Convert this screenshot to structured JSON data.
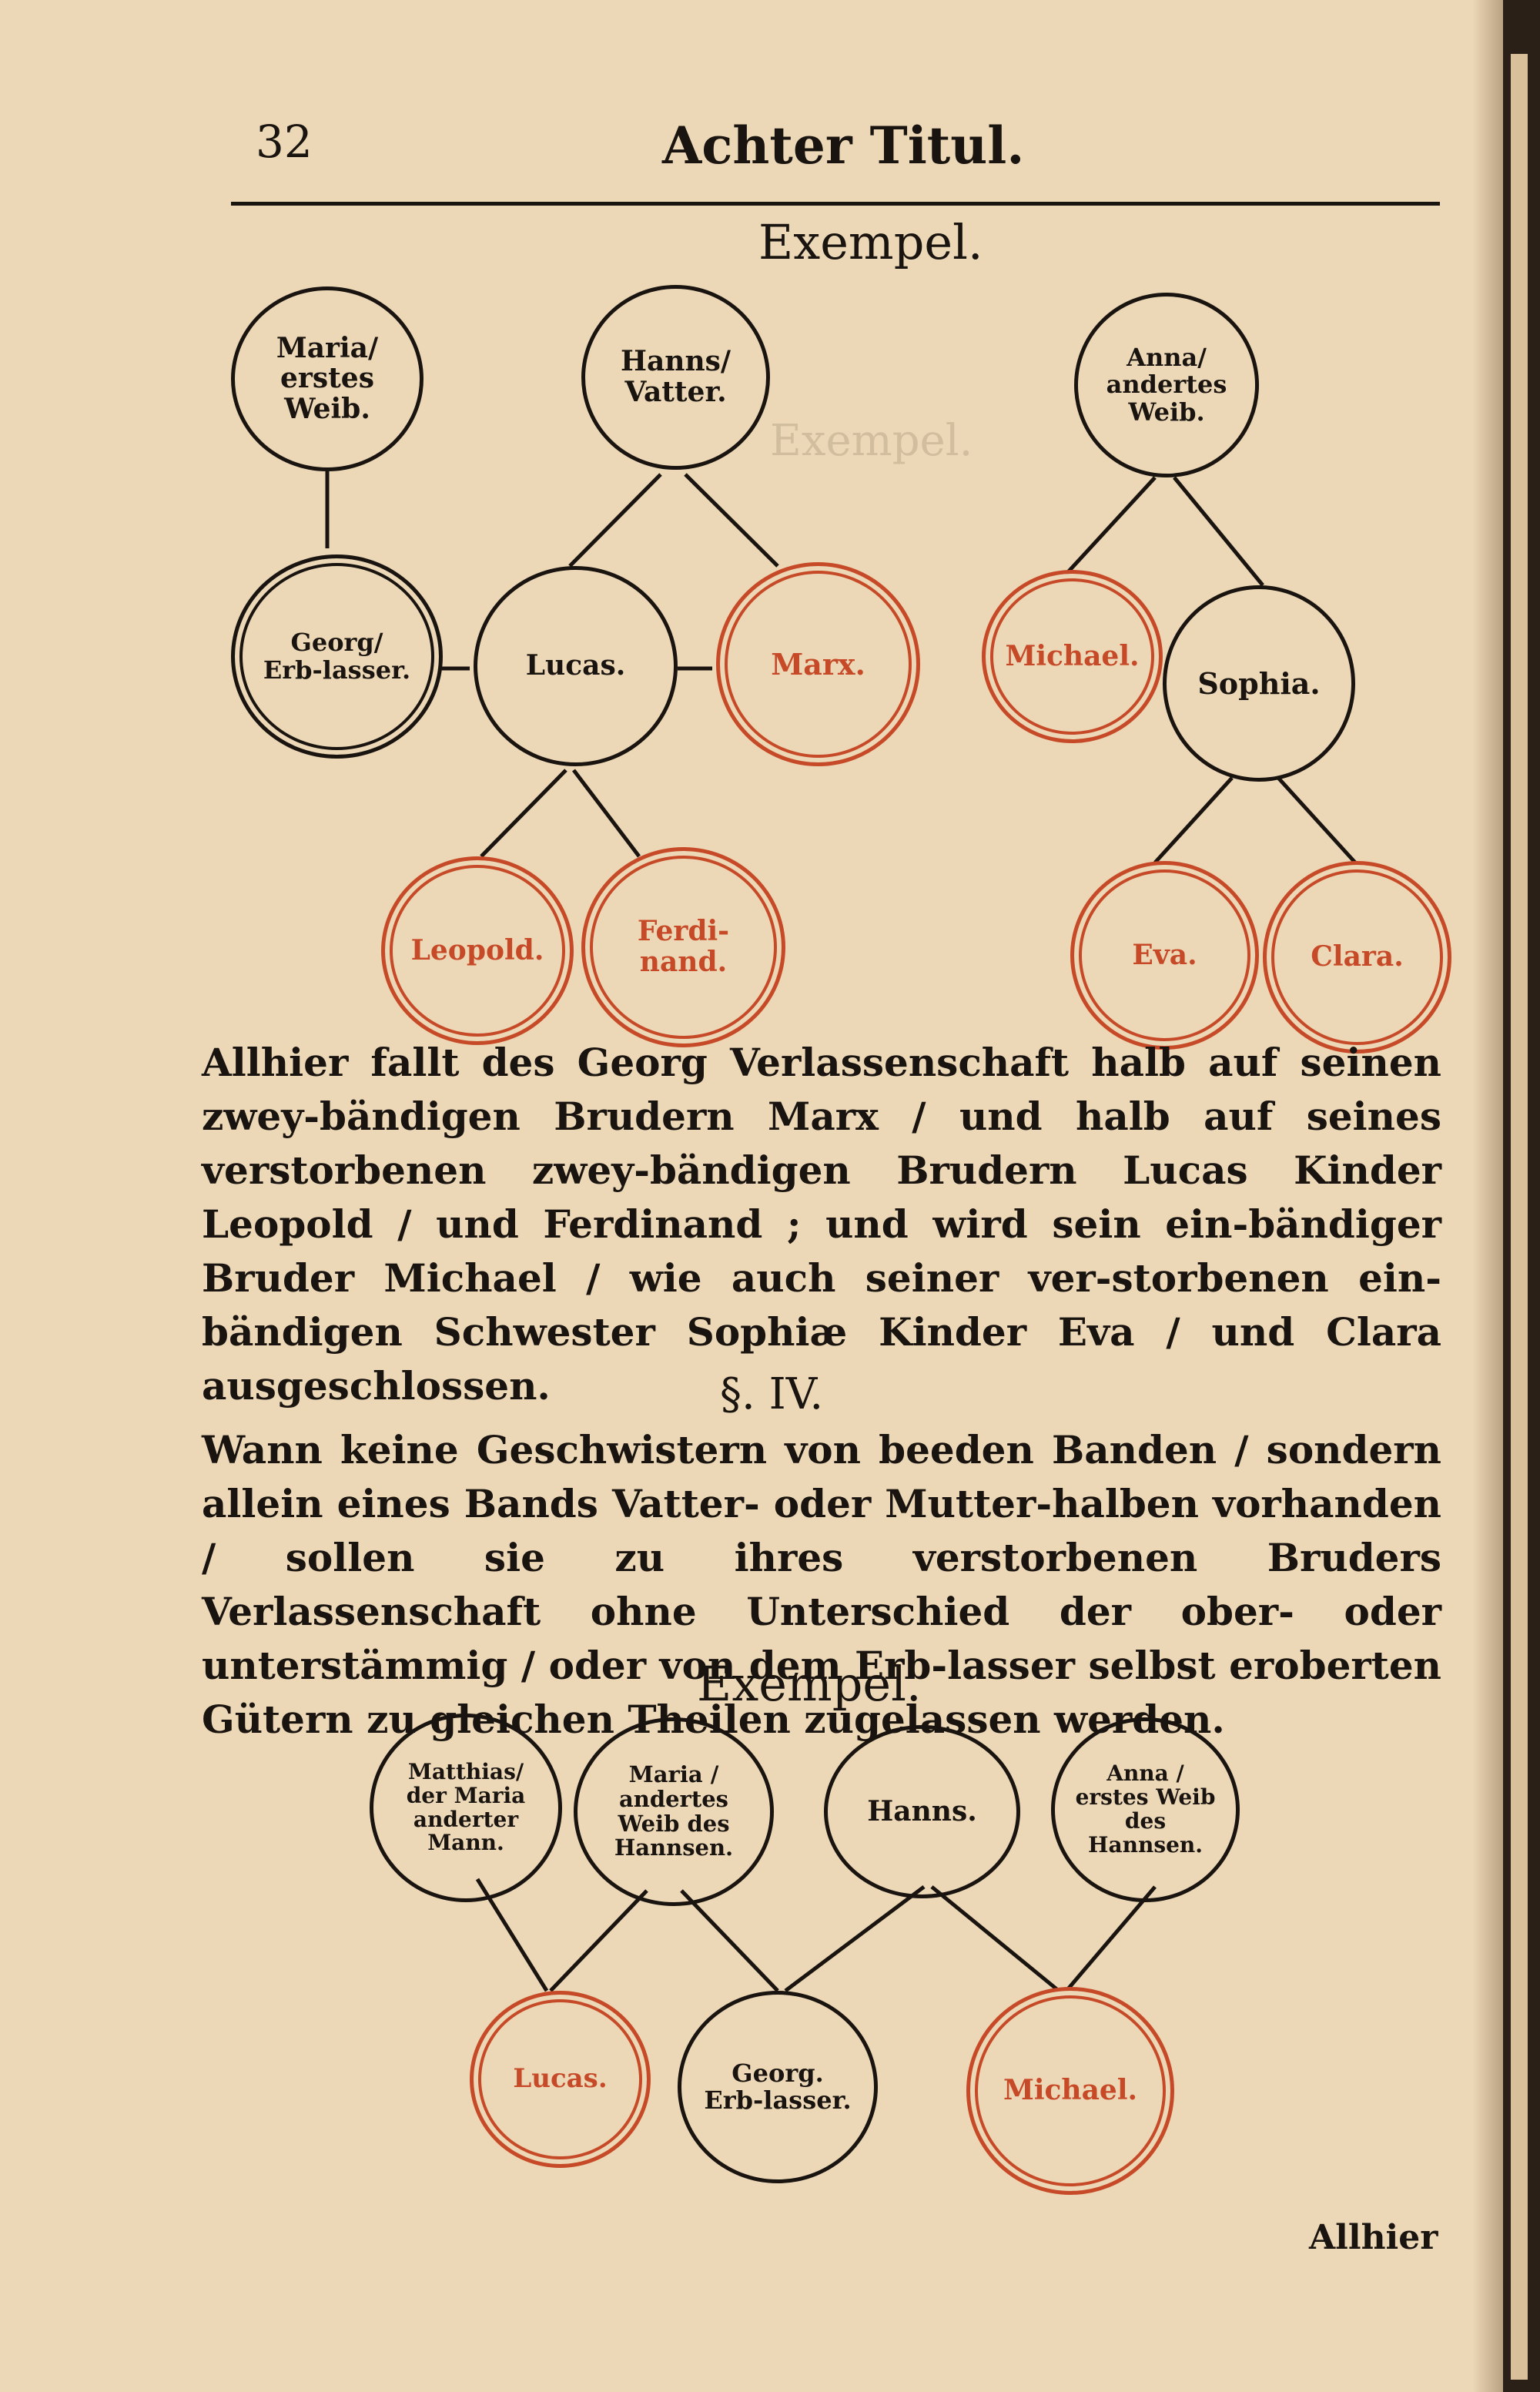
{
  "header": {
    "page_number": "32",
    "running_title": "Achter Titul."
  },
  "example_1": {
    "heading": "Exempel.",
    "nodes": {
      "maria": "Maria/\nerstes\nWeib.",
      "hanns": "Hanns/\nVatter.",
      "anna": "Anna/\nandertes\nWeib.",
      "georg": "Georg/\nErb-lasser.",
      "lucas": "Lucas.",
      "marx": "Marx.",
      "michael": "Michael.",
      "sophia": "Sophia.",
      "leopold": "Leopold.",
      "ferdinand": "Ferdi-\nnand.",
      "eva": "Eva.",
      "clara": "Clara."
    }
  },
  "paragraph_1": "Allhier fallt des Georg Verlassenschaft halb auf seinen zwey-bändigen Brudern Marx / und halb auf seines verstorbenen zwey-bändigen Brudern Lucas Kinder Leopold / und Ferdinand ; und wird sein ein-bändiger Bruder Michael / wie auch seiner ver-storbenen ein-bändigen Schwester Sophiæ Kinder Eva / und Clara ausgeschlossen.",
  "section_mark": "§. IV.",
  "paragraph_2": "Wann keine Geschwistern von beeden Banden / sondern allein eines Bands Vatter- oder Mutter-halben vorhanden / sollen sie zu ihres verstorbenen Bruders Verlassenschaft ohne Unterschied der ober- oder unterstämmig / oder von dem Erb-lasser selbst eroberten Gütern zu gleichen Theilen zugelassen werden.",
  "example_2": {
    "heading": "Exempel.",
    "nodes": {
      "matthias": "Matthias/\nder Maria\nanderter\nMann.",
      "maria2": "Maria /\nandertes\nWeib des\nHannsen.",
      "hanns2": "Hanns.",
      "anna2": "Anna /\nerstes Weib\ndes\nHannsen.",
      "lucas2": "Lucas.",
      "georg2": "Georg.\nErb-lasser.",
      "michael2": "Michael."
    }
  },
  "catchword": "Allhier",
  "colors": {
    "ink": "#1a1410",
    "red": "#c64a28",
    "paper": "#ecd8b6"
  }
}
